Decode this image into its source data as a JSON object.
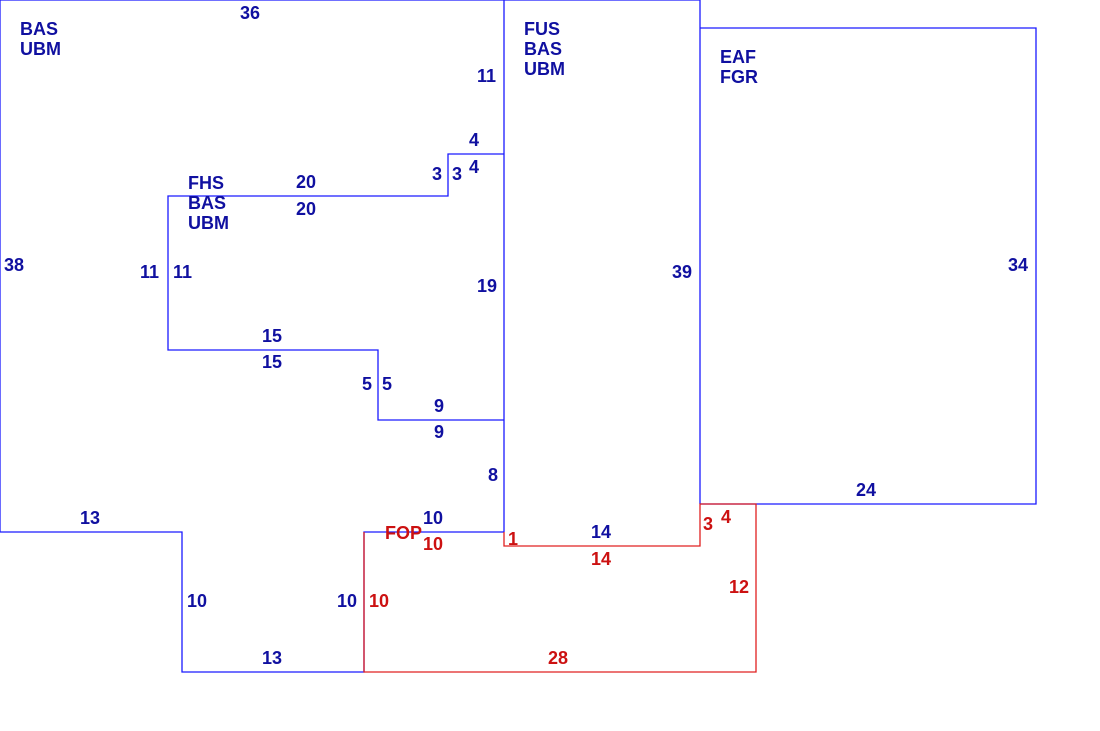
{
  "colors": {
    "blue_line": "#1a1aff",
    "blue_text": "#1010a0",
    "red_line": "#e02020",
    "red_text": "#cc1111",
    "background": "#ffffff"
  },
  "area_labels": {
    "bas_main": [
      "BAS",
      "UBM"
    ],
    "fhs": [
      "FHS",
      "BAS",
      "UBM"
    ],
    "fus": [
      "FUS",
      "BAS",
      "UBM"
    ],
    "eaf": [
      "EAF",
      "FGR"
    ],
    "fop": "FOP"
  },
  "dimensions": {
    "top_width": "36",
    "left_height": "38",
    "top_notch_right": "11",
    "step_out_top": "4",
    "step_out_bottom": "4",
    "step_v_left": "3",
    "step_v_right": "3",
    "fhs_top_outer": "20",
    "fhs_top_inner": "20",
    "fhs_left_outer": "11",
    "fhs_left_inner": "11",
    "inner_right_wall": "19",
    "fhs_bottom_outer": "15",
    "fhs_bottom_inner": "15",
    "notch_v_left": "5",
    "notch_v_right": "5",
    "notch_h_top": "9",
    "notch_h_bottom": "9",
    "lower_wall": "8",
    "fus_height": "39",
    "eaf_height": "34",
    "eaf_bottom": "24",
    "bas_bottom_left": "13",
    "bump_left": "10",
    "bump_right": "10",
    "bump_bottom": "13",
    "fop_top_blue": "10",
    "fus_bottom_blue": "14"
  },
  "fop_dimensions": {
    "top": "10",
    "left": "10",
    "step": "1",
    "fus_bottom": "14",
    "right_step": "3",
    "right_top": "4",
    "right_side": "12",
    "bottom": "28"
  }
}
